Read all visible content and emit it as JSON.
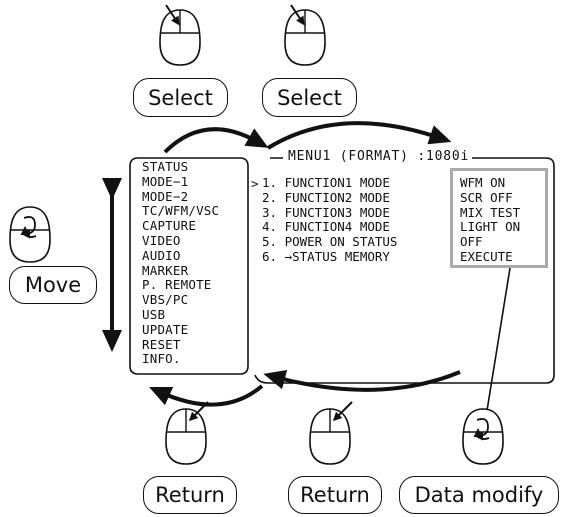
{
  "labels": {
    "select_left": "Select",
    "select_right": "Select",
    "move": "Move",
    "return_left": "Return",
    "return_right": "Return",
    "data_modify": "Data modify"
  },
  "menu": {
    "title": "MENU1 (FORMAT) :1080i",
    "items": [
      "STATUS",
      "MODE−1",
      "MODE−2",
      "TC/WFM/VSC",
      "CAPTURE",
      "VIDEO",
      "AUDIO",
      "MARKER",
      "P. REMOTE",
      "VBS/PC",
      "USB",
      "UPDATE",
      "RESET",
      "INFO."
    ],
    "selected_marker": ">",
    "functions": [
      "1. FUNCTION1 MODE",
      "2. FUNCTION2 MODE",
      "3. FUNCTION3 MODE",
      "4. FUNCTION4 MODE",
      "5. POWER ON STATUS",
      "6. →STATUS MEMORY"
    ],
    "values": [
      "WFM ON",
      "SCR OFF",
      "MIX TEST",
      "LIGHT ON",
      "OFF",
      "EXECUTE"
    ]
  },
  "icons": {
    "mouse_top_left": "mouse-click-icon",
    "mouse_top_right": "mouse-click-icon",
    "mouse_left": "mouse-scroll-icon",
    "mouse_bottom_left": "mouse-click-icon",
    "mouse_bottom_mid": "mouse-click-icon",
    "mouse_bottom_right": "mouse-scroll-icon"
  },
  "colors": {
    "line": "#111111",
    "value_box_border": "#aaaaaa"
  }
}
